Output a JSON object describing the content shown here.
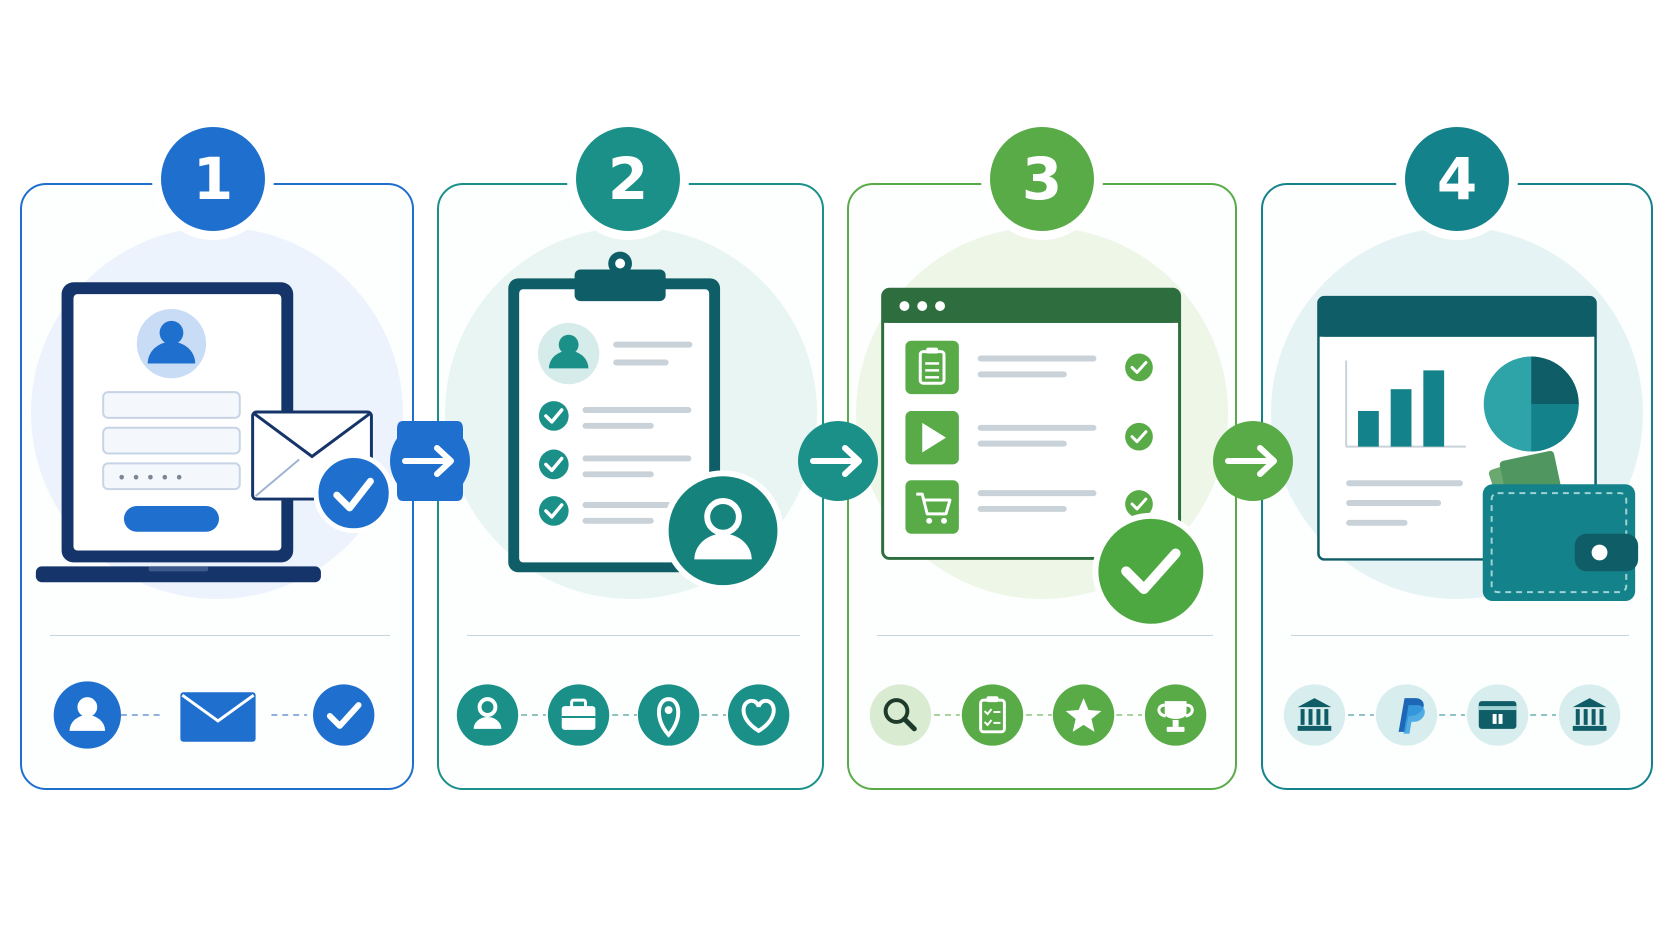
{
  "colors": {
    "step1": "#1f6fce",
    "step2": "#1a9088",
    "step3": "#59ab48",
    "step4": "#13828a",
    "navy": "#15346a",
    "teal_dark": "#0f5d66",
    "green_dark": "#2e6e3e",
    "line_gray": "#c9d2d8"
  },
  "steps": [
    {
      "number": "1",
      "illustration": "laptop-signup-form-with-envelope",
      "strip_icons": [
        "user-icon",
        "envelope-icon",
        "check-icon"
      ]
    },
    {
      "number": "2",
      "illustration": "clipboard-profile-checklist",
      "strip_icons": [
        "user-icon",
        "briefcase-icon",
        "location-pin-icon",
        "heart-icon"
      ]
    },
    {
      "number": "3",
      "illustration": "browser-window-task-list",
      "strip_icons": [
        "search-icon",
        "clipboard-check-icon",
        "star-icon",
        "trophy-icon"
      ]
    },
    {
      "number": "4",
      "illustration": "dashboard-charts-and-wallet",
      "strip_icons": [
        "bank-icon",
        "paypal-icon",
        "gift-card-icon",
        "bank-icon"
      ]
    }
  ],
  "connectors": [
    "arrow-right-icon",
    "arrow-right-icon",
    "arrow-right-icon"
  ],
  "login_form": {
    "password_mask": "• • • • •"
  }
}
